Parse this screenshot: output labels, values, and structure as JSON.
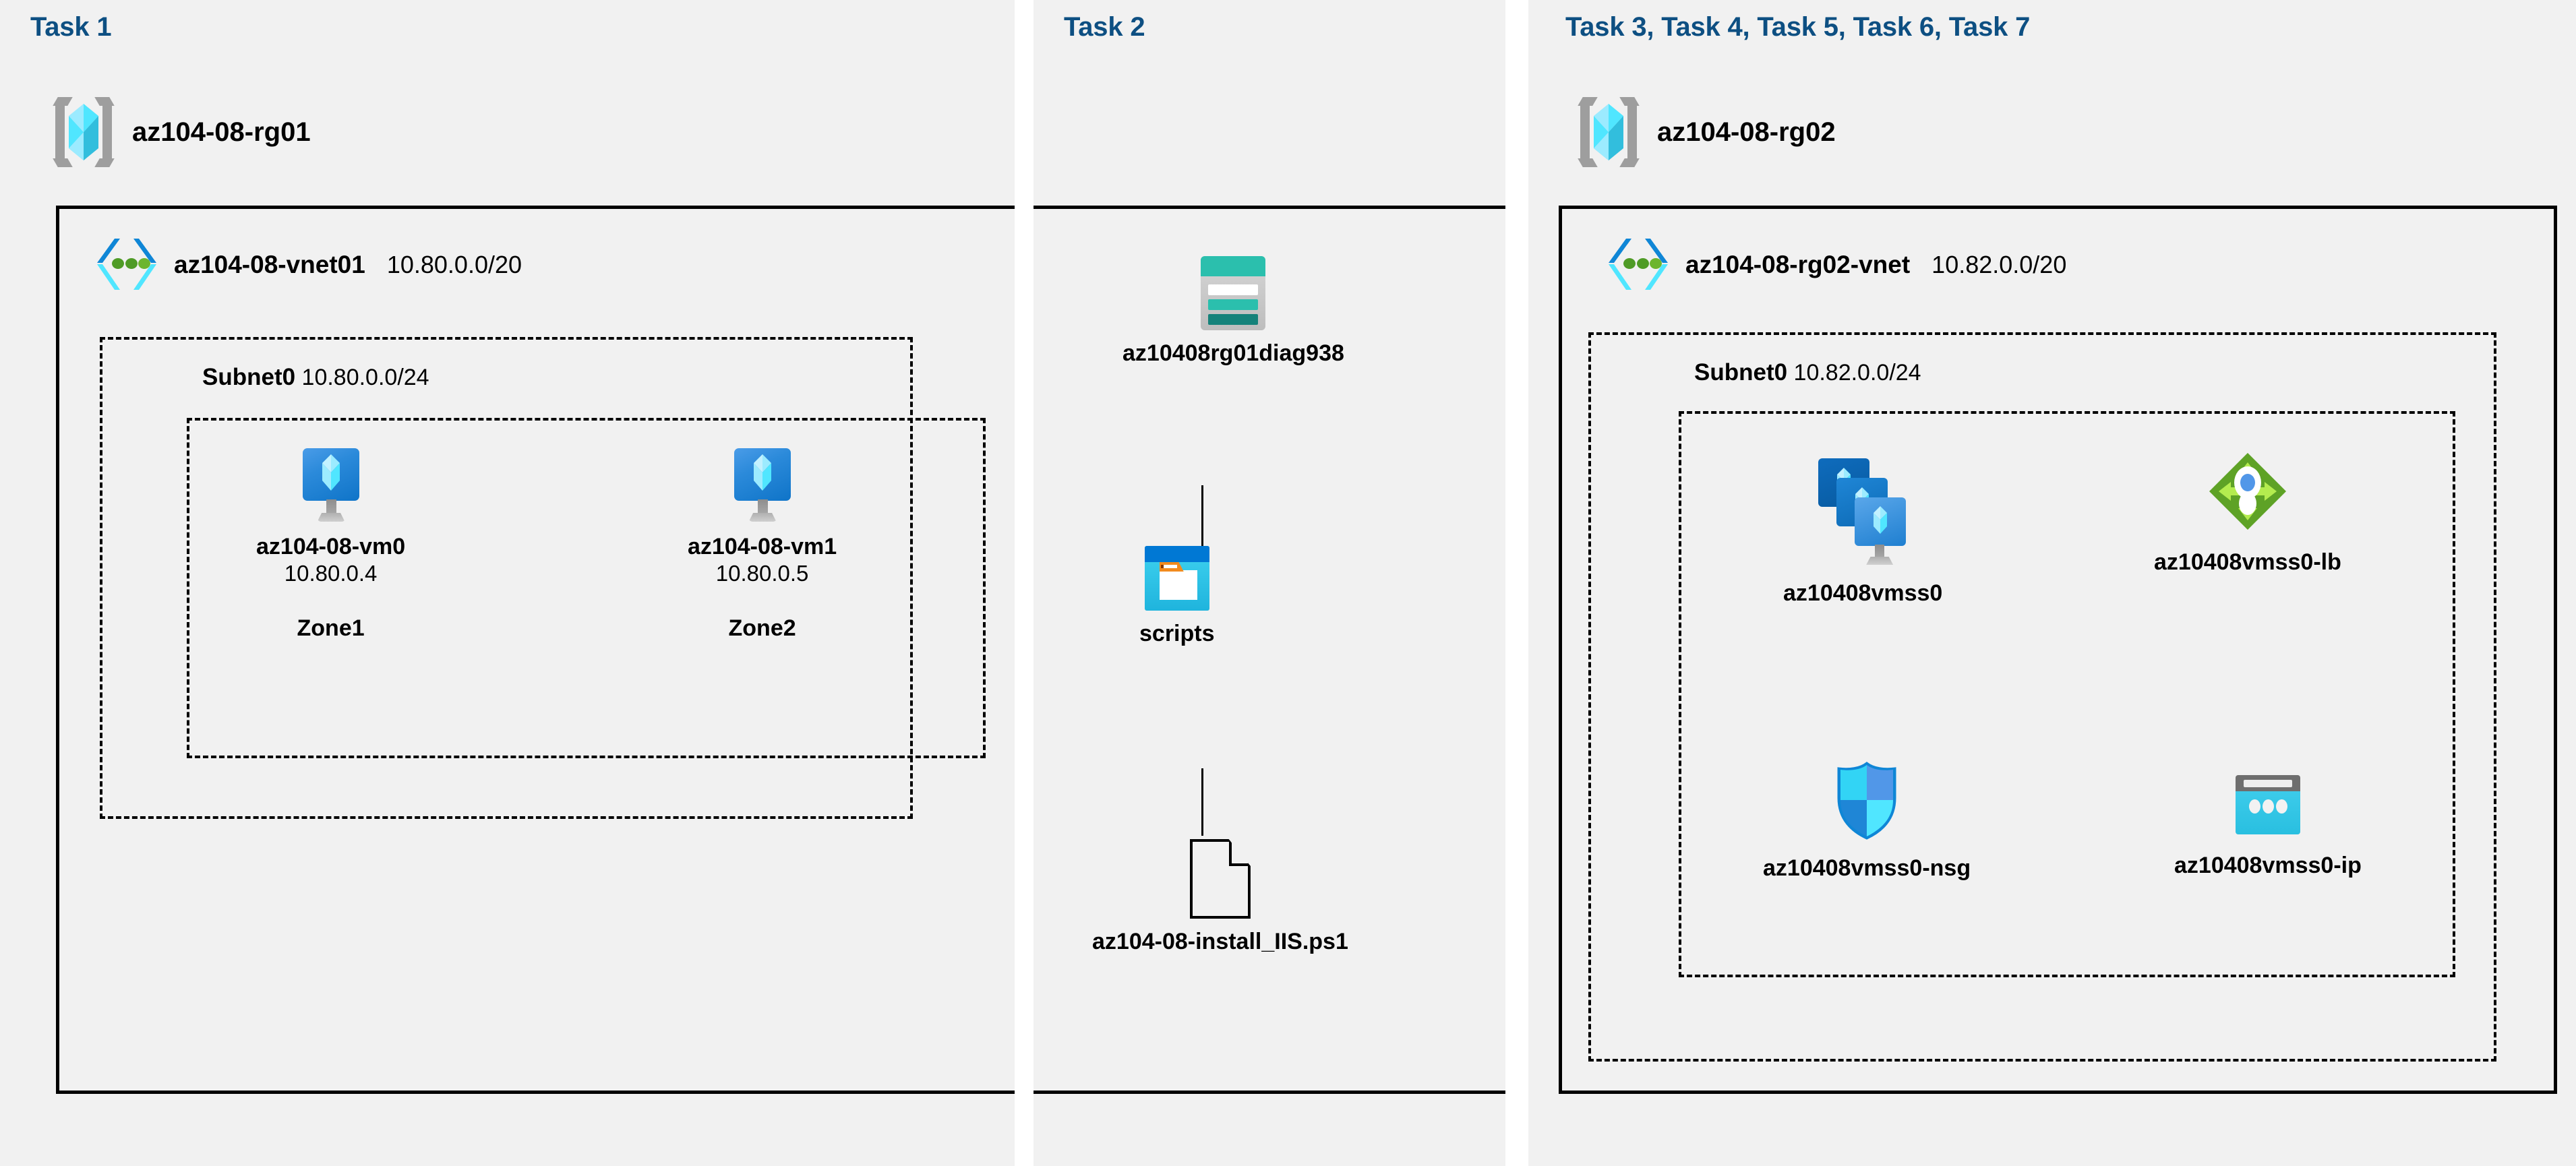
{
  "columns": {
    "task1": {
      "header": "Task 1"
    },
    "task2": {
      "header": "Task 2"
    },
    "task3": {
      "header": "Task 3, Task 4, Task 5, Task 6, Task 7"
    }
  },
  "resource_groups": [
    {
      "icon": "resource-group-icon",
      "name": "az104-08-rg01"
    },
    {
      "icon": "resource-group-icon",
      "name": "az104-08-rg02"
    }
  ],
  "vnets": [
    {
      "icon": "virtual-network-icon",
      "name": "az104-08-vnet01",
      "cidr": "10.80.0.0/20"
    },
    {
      "icon": "virtual-network-icon",
      "name": "az104-08-rg02-vnet",
      "cidr": "10.82.0.0/20"
    }
  ],
  "subnets": [
    {
      "name": "Subnet0",
      "cidr": "10.80.0.0/24"
    },
    {
      "name": "Subnet0",
      "cidr": "10.82.0.0/24"
    }
  ],
  "vms": [
    {
      "icon": "virtual-machine-icon",
      "name": "az104-08-vm0",
      "ip": "10.80.0.4",
      "zone": "Zone1"
    },
    {
      "icon": "virtual-machine-icon",
      "name": "az104-08-vm1",
      "ip": "10.80.0.5",
      "zone": "Zone2"
    }
  ],
  "storage": {
    "account": {
      "icon": "storage-account-icon",
      "name": "az10408rg01diag938"
    },
    "container": {
      "icon": "blob-container-icon",
      "name": "scripts"
    },
    "file": {
      "icon": "file-icon",
      "name": "az104-08-install_IIS.ps1"
    }
  },
  "scale_set_resources": [
    {
      "icon": "vm-scale-set-icon",
      "name": "az10408vmss0"
    },
    {
      "icon": "load-balancer-icon",
      "name": "az10408vmss0-lb"
    },
    {
      "icon": "network-security-group-icon",
      "name": "az10408vmss0-nsg"
    },
    {
      "icon": "public-ip-address-icon",
      "name": "az10408vmss0-ip"
    }
  ],
  "colors": {
    "task_header": "#0d4f82",
    "panel_background": "#f1f1f1",
    "border": "#000000",
    "azure_blue": "#0078d4",
    "storage_teal": "#2bbfad",
    "lb_green": "#5ea226",
    "cyan": "#32c8ef",
    "folder_orange": "#f28b1e",
    "vnet_dot_green": "#4f9b26"
  }
}
